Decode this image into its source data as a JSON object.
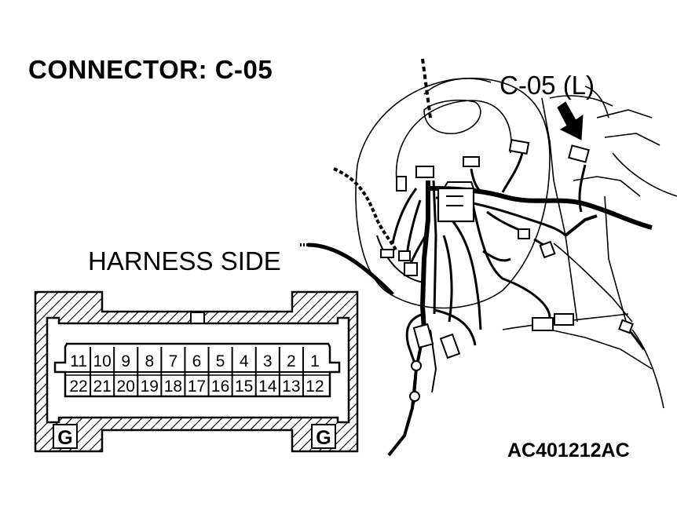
{
  "title": "CONNECTOR: C-05",
  "callout_label": "C-05 (L)",
  "harness_side_label": "HARNESS SIDE",
  "figure_code": "AC401212AC",
  "connector": {
    "top_row_pins": [
      "11",
      "10",
      "9",
      "8",
      "7",
      "6",
      "5",
      "4",
      "3",
      "2",
      "1"
    ],
    "bottom_row_pins": [
      "22",
      "21",
      "20",
      "19",
      "18",
      "17",
      "16",
      "15",
      "14",
      "13",
      "12"
    ],
    "ground_left": "G",
    "ground_right": "G"
  }
}
